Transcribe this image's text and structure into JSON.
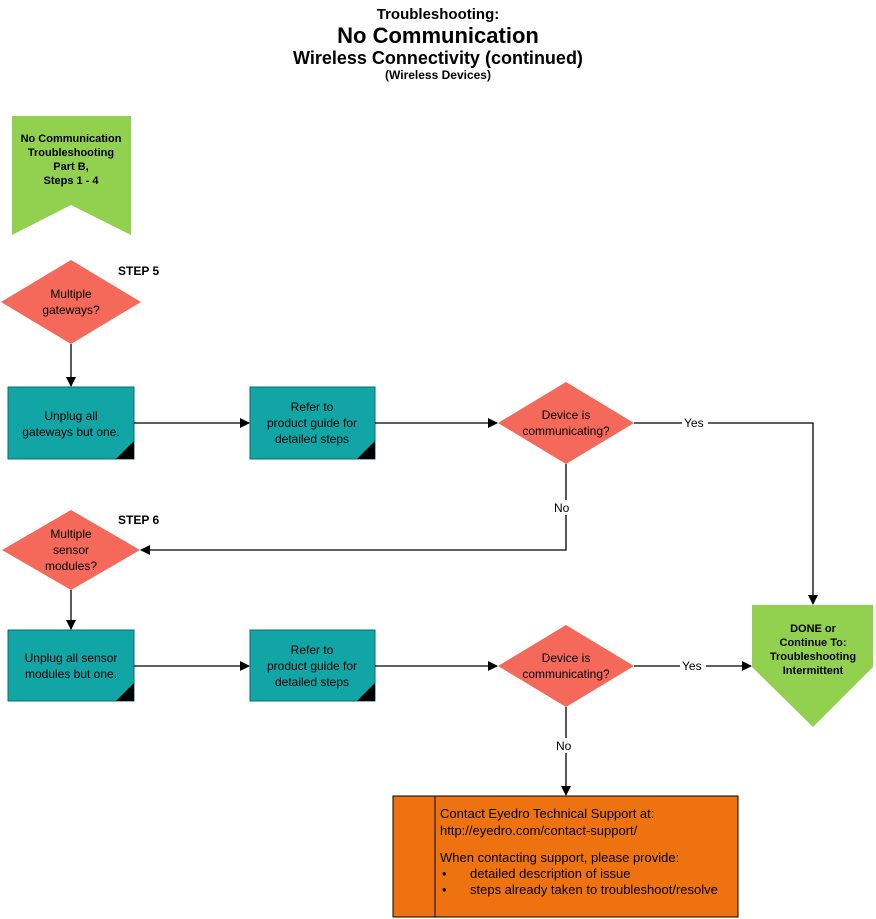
{
  "header": {
    "title": "Troubleshooting:",
    "subtitle": "No Communication",
    "section": "Wireless Connectivity (continued)",
    "note": "(Wireless Devices)"
  },
  "start": {
    "lines": [
      "No Communication",
      "Troubleshooting",
      "Part B,",
      "Steps 1 - 4"
    ]
  },
  "step5": {
    "label": "STEP 5",
    "decision": [
      "Multiple",
      "gateways?"
    ],
    "action": [
      "Unplug all",
      "gateways but one."
    ],
    "refer": [
      "Refer to",
      "product guide for",
      "detailed steps"
    ],
    "check": [
      "Device is",
      "communicating?"
    ],
    "yes": "Yes",
    "no": "No"
  },
  "step6": {
    "label": "STEP 6",
    "decision": [
      "Multiple",
      "sensor",
      "modules?"
    ],
    "action": [
      "Unplug all sensor",
      "modules but one."
    ],
    "refer": [
      "Refer to",
      "product guide for",
      "detailed steps"
    ],
    "check": [
      "Device is",
      "communicating?"
    ],
    "yes": "Yes",
    "no": "No"
  },
  "done": {
    "lines": [
      "DONE or",
      "Continue To:",
      "Troubleshooting",
      "Intermittent"
    ]
  },
  "support": {
    "heading": "Contact Eyedro Technical Support at:",
    "url": "http://eyedro.com/contact-support/",
    "provide": "When contacting support, please provide:",
    "items": [
      "detailed description of issue",
      "steps already taken to troubleshoot/resolve"
    ]
  },
  "colors": {
    "start_fill": "#92d050",
    "decision_fill": "#f4695a",
    "process_fill": "#12a5a5",
    "support_fill": "#ee7310"
  }
}
